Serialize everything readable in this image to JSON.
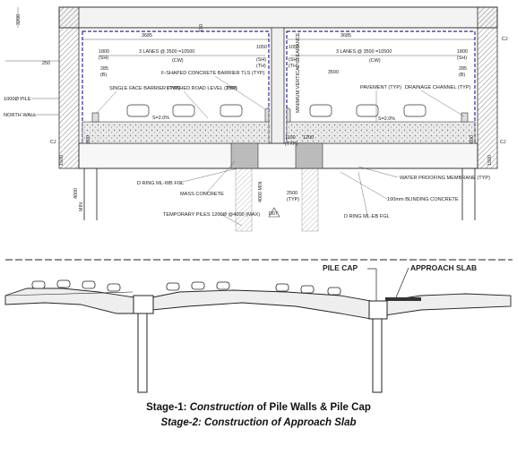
{
  "section": {
    "dims_top": {
      "d3200": "3200",
      "d3685a": "3685",
      "d3685b": "3685",
      "d150": "150",
      "lanes_left": "3 LANES @ 3500 =10500",
      "lanes_right": "3 LANES @ 3500 =10500",
      "cw_left": "(CW)",
      "cw_right": "(CW)",
      "sh1800_l": "1800",
      "sh1800_r": "1800",
      "sh_l": "(SH)",
      "sh_r": "(SH)",
      "d285_l": "285",
      "d285_r": "285",
      "b_l": "(B)",
      "b_r": "(B)",
      "d250": "250",
      "d1050_l": "1050",
      "d1050_r": "1050",
      "th_l": "(TH)",
      "th_r": "(TH)",
      "sh_mid_l": "(SH)",
      "sh_mid_r": "(SH)"
    },
    "left_labels": {
      "pile": "1000Ø PILE",
      "wall": "NORTH WALL"
    },
    "labels": {
      "single_face_barrier": "SINGLE FACE BARRIER (TYP)",
      "f_shaped_barrier": "F-SHAPED CONCRETE BARRIER TLS (TYP)",
      "finished_road_level": "FINISHED ROAD LEVEL (TYP)",
      "d3500_a": "3500",
      "min_vertical_clearance": "MINIMUM VERTICAL CLEARANCE",
      "d3500_b": "3500",
      "pavement": "PAVEMENT (TYP)",
      "drainage_channel": "DRAINAGE CHANNEL (TYP)",
      "slope_l": "S=2.0%",
      "slope_r": "S=2.0%",
      "d1100": "1100",
      "d1200": "1200",
      "typ": "(TYP)",
      "d600_a": "600",
      "d600_b": "600",
      "d1500": "1500",
      "d1500_r": "1500",
      "d_ring_wb": "D RING ML-WB FGL",
      "mass_concrete": "MASS CONCRETE",
      "temporary_piles": "TEMPORARY PILES 1200Ø @4000 (MAX)",
      "d4000_min": "4000 MIN",
      "d4000_l": "4000",
      "min_l": "MIN",
      "d2500": "2500",
      "d2500_typ": "(TYP)",
      "d07": "D07",
      "waterproofing": "WATER PROOFING MEMBRANE (TYP)",
      "blinding": "100mm BLINDING CONCRETE",
      "d_ring_eb": "D RING ML-EB FGL",
      "cj_marks": "CJ"
    }
  },
  "stages": {
    "pile_cap": "PILE CAP",
    "approach_slab": "APPROACH SLAB",
    "caption_1_prefix": "Stage-1: ",
    "caption_1_italic": "Construction",
    "caption_1_suffix": " of Pile Walls & Pile Cap",
    "caption_2": "Stage-2: Construction of Approach Slab"
  },
  "colors": {
    "line": "#222222",
    "dash_blue": "#2a2a9a",
    "gravel": "#8a8a8a",
    "hatch": "#555555"
  }
}
